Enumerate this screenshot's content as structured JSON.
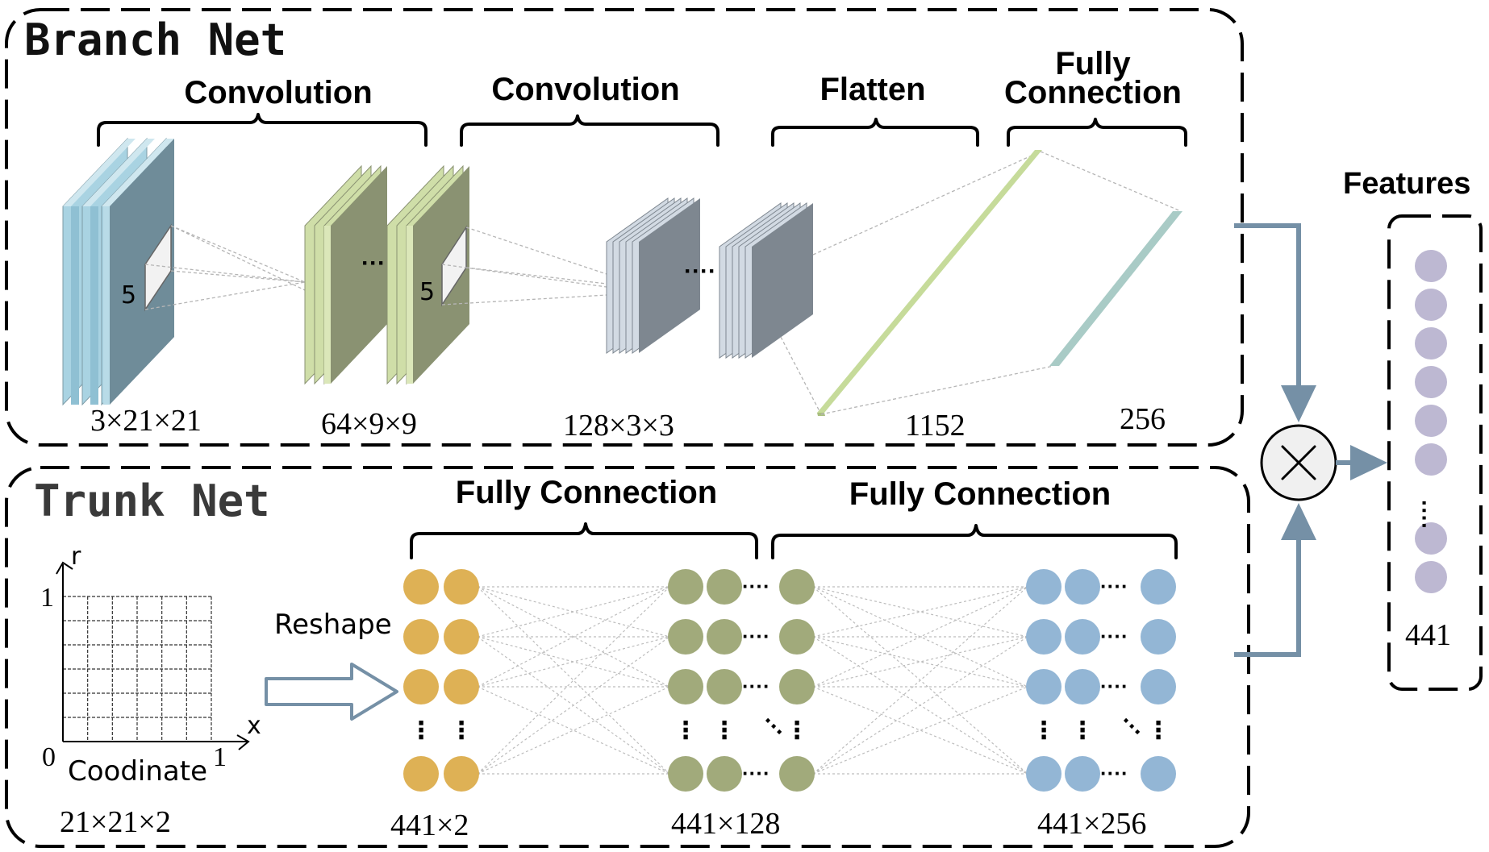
{
  "branch": {
    "title": "Branch Net",
    "stages": [
      "Convolution",
      "Convolution",
      "Flatten"
    ],
    "fc_line1": "Fully",
    "fc_line2": "Connection",
    "kernel_label": "5",
    "dims": [
      "3×21×21",
      "64×9×9",
      "128×3×3",
      "1152",
      "256"
    ]
  },
  "trunk": {
    "title": "Trunk Net",
    "stages": [
      "Fully Connection",
      "Fully Connection"
    ],
    "reshape": "Reshape",
    "grid_axis_x": "x",
    "grid_axis_y": "r",
    "grid_origin": "0",
    "grid_x_max": "1",
    "grid_y_max": "1",
    "coord_label": "Coodinate",
    "dims": [
      "21×21×2",
      "441×2",
      "441×128",
      "441×256"
    ]
  },
  "output": {
    "title": "Features",
    "dim": "441"
  },
  "colors": {
    "input_layer": "#a9d3e2",
    "input_front": "#6f8c99",
    "conv1": "#cfdea8",
    "conv1_front": "#8a9272",
    "conv2": "#d2dae3",
    "conv2_front": "#7e8790",
    "flatten": "#c6db9a",
    "fc": "#a9cbc6",
    "node_orange": "#deb155",
    "node_green": "#a1aa7b",
    "node_blue": "#93b6d5",
    "node_lavender": "#bdb8d2",
    "flow": "#7590a6"
  }
}
